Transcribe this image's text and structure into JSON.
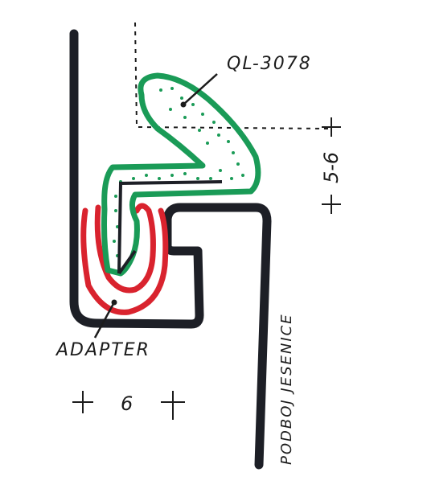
{
  "labels": {
    "profile_code": "QL-3078",
    "adapter": "ADAPTER",
    "frame_side": "PODBOJ JESENICE",
    "dim_right": "5-6",
    "dim_bottom": "6"
  },
  "colors": {
    "frame_line": "#1d1f26",
    "green_seal": "#1a9b57",
    "red_adapter": "#d9232e",
    "ink": "#1c1c1c"
  }
}
